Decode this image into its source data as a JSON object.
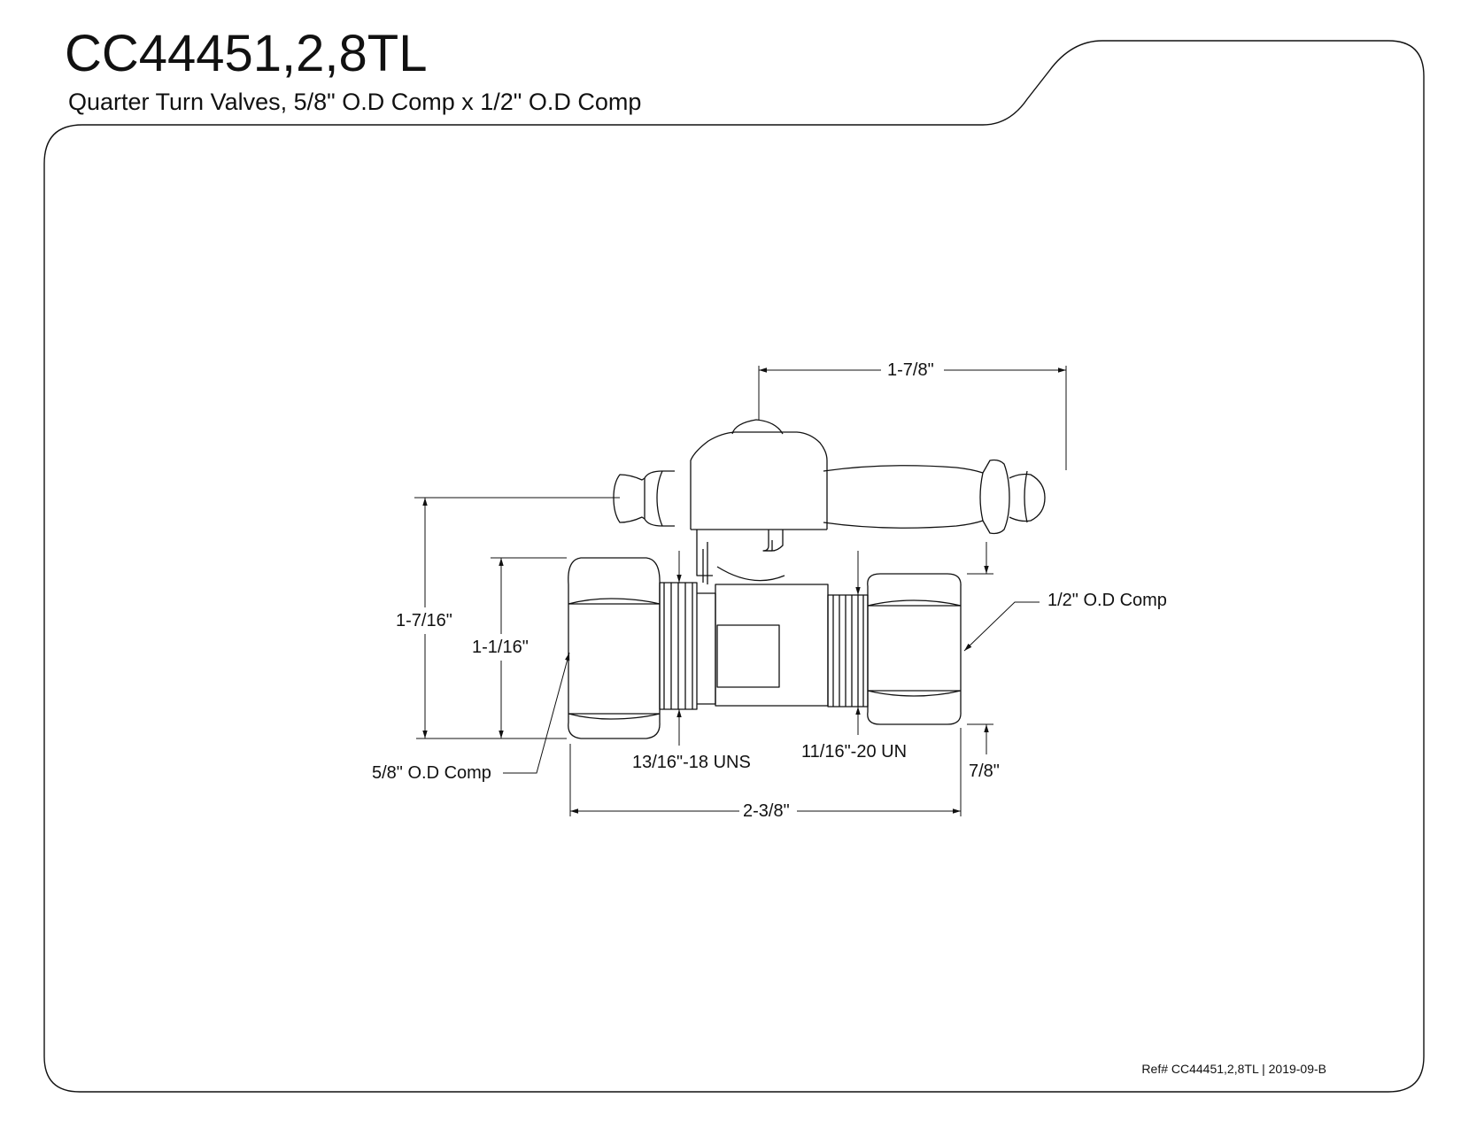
{
  "header": {
    "title": "CC44451,2,8TL",
    "subtitle": "Quarter Turn Valves, 5/8\" O.D Comp x 1/2\" O.D Comp"
  },
  "dimensions": {
    "handle_width": "1-7/8\"",
    "overall_height": "1-7/16\"",
    "inlet_nut_height": "1-1/16\"",
    "inlet_label": "5/8\" O.D Comp",
    "inlet_thread": "13/16\"-18 UNS",
    "outlet_thread": "11/16\"-20 UN",
    "outlet_label": "1/2\" O.D Comp",
    "outlet_nut_height": "7/8\"",
    "overall_length": "2-3/8\""
  },
  "footer": {
    "reference": "Ref# CC44451,2,8TL | 2019-09-B"
  }
}
